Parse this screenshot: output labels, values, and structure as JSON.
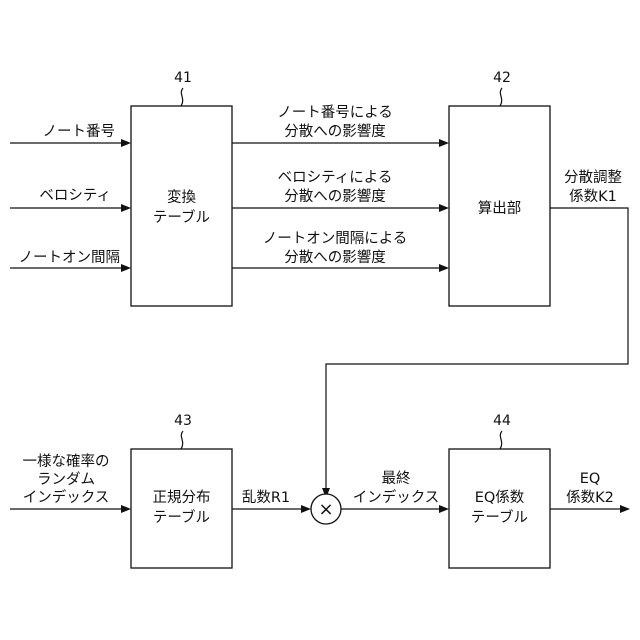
{
  "blocks": {
    "conv_table": {
      "ref": "41",
      "lines": [
        "変換",
        "テーブル"
      ]
    },
    "calc_unit": {
      "ref": "42",
      "lines": [
        "算出部"
      ]
    },
    "normal_table": {
      "ref": "43",
      "lines": [
        "正規分布",
        "テーブル"
      ]
    },
    "eq_table": {
      "ref": "44",
      "lines": [
        "EQ係数",
        "テーブル"
      ]
    }
  },
  "inputs": {
    "note_number": "ノート番号",
    "velocity": "ベロシティ",
    "note_on_interval": "ノートオン間隔",
    "uniform_index": [
      "一様な確率の",
      "ランダム",
      "インデックス"
    ]
  },
  "signals": {
    "note_number_effect": [
      "ノート番号による",
      "分散への影響度"
    ],
    "velocity_effect": [
      "ベロシティによる",
      "分散への影響度"
    ],
    "interval_effect": [
      "ノートオン間隔による",
      "分散への影響度"
    ],
    "variance_coef": [
      "分散調整",
      "係数K1"
    ],
    "random_r1": "乱数R1",
    "final_index": [
      "最終",
      "インデックス"
    ],
    "eq_coef": [
      "EQ",
      "係数K2"
    ]
  },
  "multiplier_symbol": "×"
}
